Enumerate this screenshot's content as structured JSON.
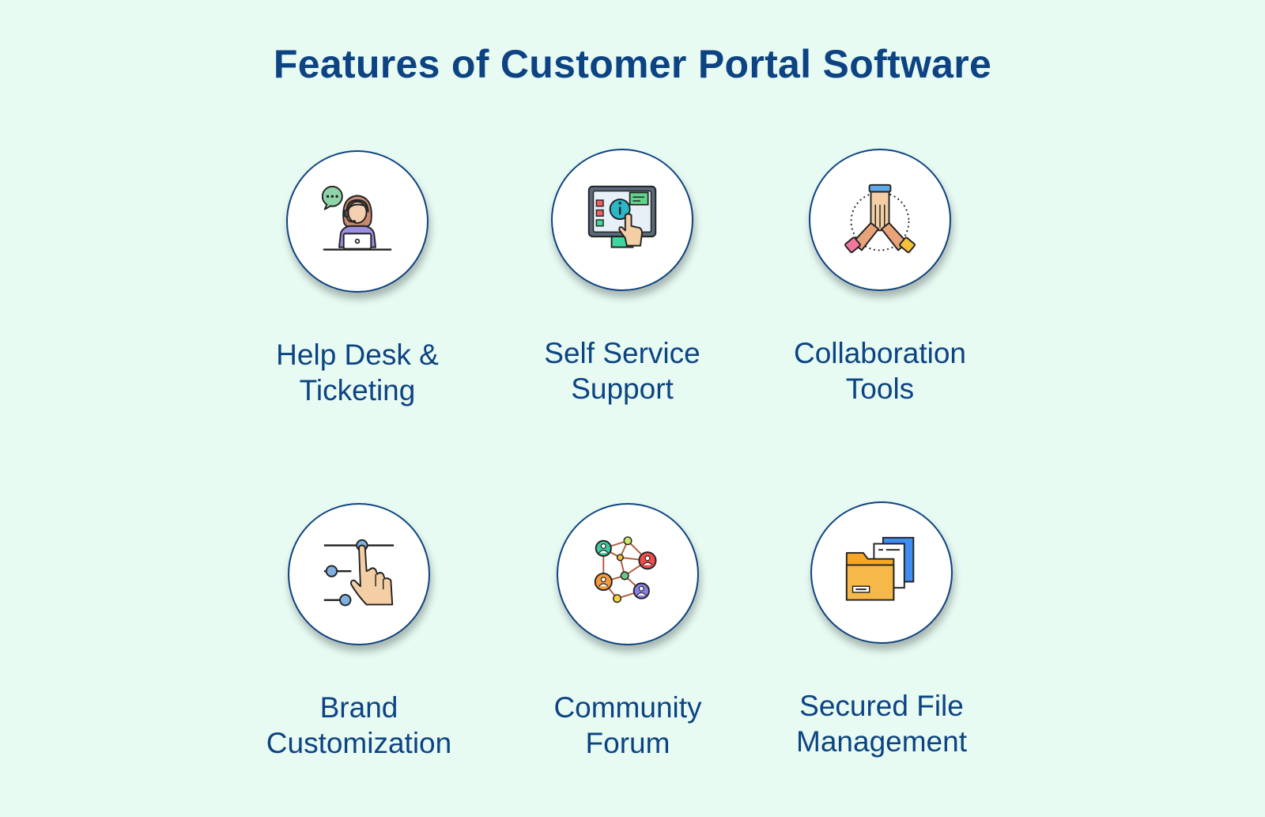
{
  "title": "Features of Customer Portal Software",
  "colors": {
    "background": "#e7fbf3",
    "primary": "#0d4382",
    "circle_fill": "#ffffff"
  },
  "features": [
    {
      "icon": "help-desk-agent-icon",
      "line1": "Help Desk &",
      "line2": "Ticketing"
    },
    {
      "icon": "self-service-screen-icon",
      "line1": "Self Service",
      "line2": "Support"
    },
    {
      "icon": "team-hands-icon",
      "line1": "Collaboration",
      "line2": "Tools"
    },
    {
      "icon": "slider-controls-icon",
      "line1": "Brand",
      "line2": "Customization"
    },
    {
      "icon": "community-network-icon",
      "line1": "Community",
      "line2": "Forum"
    },
    {
      "icon": "file-folder-icon",
      "line1": "Secured File",
      "line2": "Management"
    }
  ]
}
